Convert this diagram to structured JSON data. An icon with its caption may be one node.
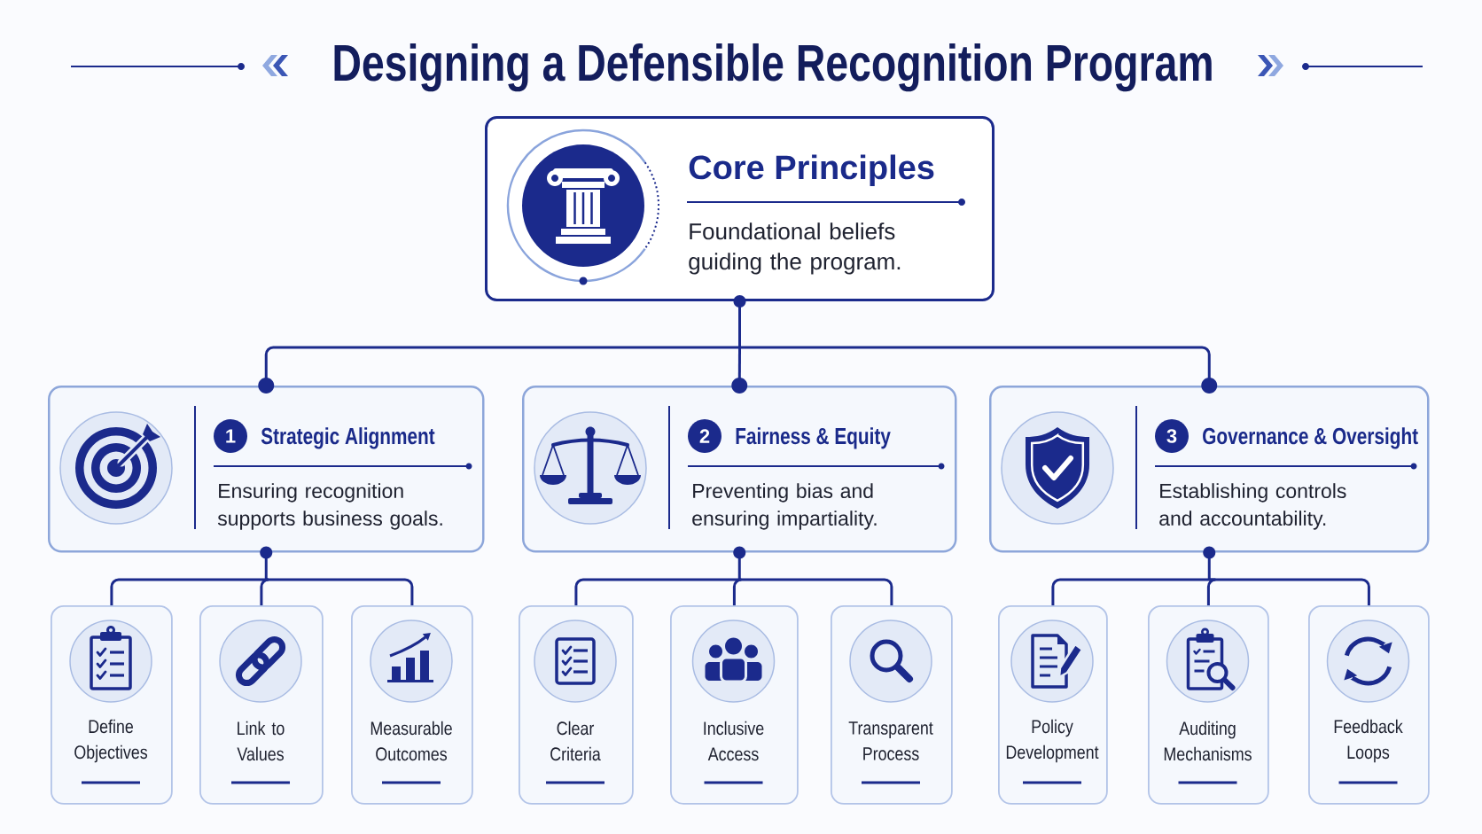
{
  "diagram": {
    "title": "Designing a Defensible Recognition Program",
    "nodes": [
      {
        "text": [
          "Core Principles",
          "Foundational beliefs guiding the program."
        ]
      },
      {
        "text": [
          "1",
          "Strategic Alignment",
          "Ensuring recognition supports business goals."
        ]
      },
      {
        "text": [
          "2",
          "Fairness & Equity",
          "Preventing bias and ensuring impartiality."
        ]
      },
      {
        "text": [
          "3",
          "Governance & Oversight",
          "Establishing controls and accountability."
        ]
      },
      {
        "text": [
          "Define Objectives"
        ]
      },
      {
        "text": [
          "Link to Values"
        ]
      },
      {
        "text": [
          "Measurable Outcomes"
        ]
      },
      {
        "text": [
          "Clear Criteria"
        ]
      },
      {
        "text": [
          "Inclusive Access"
        ]
      },
      {
        "text": [
          "Transparent Process"
        ]
      },
      {
        "text": [
          "Policy Development"
        ]
      },
      {
        "text": [
          "Auditing Mechanisms"
        ]
      },
      {
        "text": [
          "Feedback Loops"
        ]
      }
    ],
    "edges": [
      {
        "from": 0,
        "to": 1,
        "arrow": "other"
      },
      {
        "from": 0,
        "to": 2,
        "arrow": "other"
      },
      {
        "from": 0,
        "to": 3,
        "arrow": "other"
      },
      {
        "from": 1,
        "to": 4,
        "arrow": "other"
      },
      {
        "from": 1,
        "to": 5,
        "arrow": "other"
      },
      {
        "from": 1,
        "to": 6,
        "arrow": "other"
      },
      {
        "from": 2,
        "to": 7,
        "arrow": "other"
      },
      {
        "from": 2,
        "to": 8,
        "arrow": "other"
      },
      {
        "from": 2,
        "to": 9,
        "arrow": "other"
      },
      {
        "from": 3,
        "to": 10,
        "arrow": "other"
      },
      {
        "from": 3,
        "to": 11,
        "arrow": "other"
      },
      {
        "from": 3,
        "to": 12,
        "arrow": "other"
      }
    ]
  }
}
